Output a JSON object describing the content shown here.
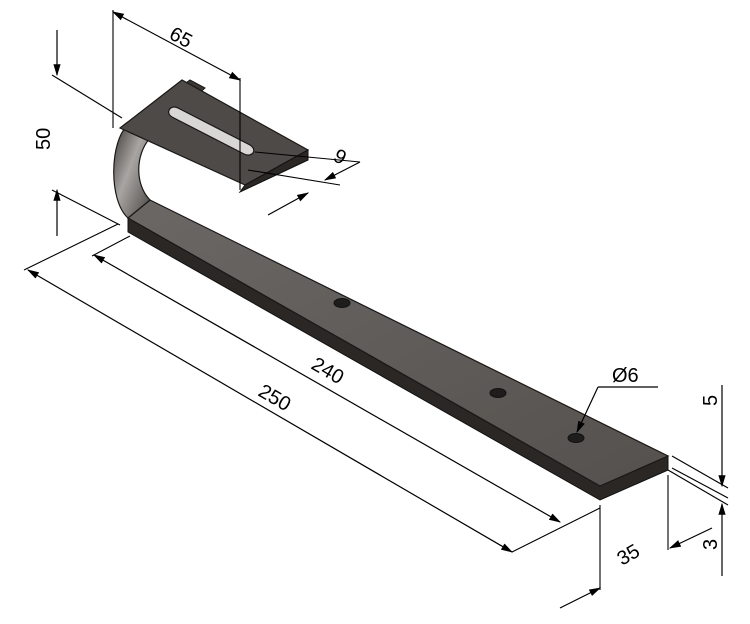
{
  "dimensions": {
    "top_width": "65",
    "height": "50",
    "slot_width": "9",
    "inner_length": "240",
    "overall_length": "250",
    "hole_diameter": "Ø6",
    "thickness": "5",
    "gap": "3",
    "width": "35"
  },
  "colors": {
    "metal_top": "#5f5b58",
    "metal_side": "#2b2826",
    "metal_edge": "#1a1817",
    "highlight": "#9a9693",
    "background": "#ffffff"
  }
}
